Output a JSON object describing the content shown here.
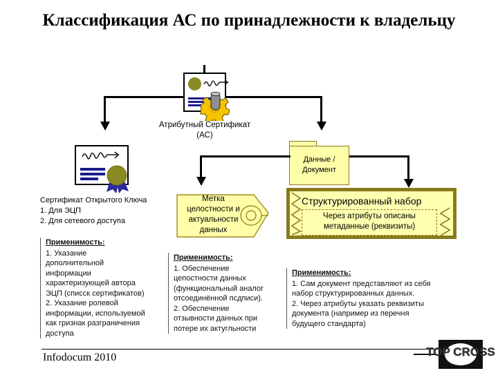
{
  "slide": {
    "title": "Классификация АС по принадлежности к владельцу",
    "footer_note": "Infodocum 2010",
    "logo_text": "TOP CROSS",
    "accent_yellow": "#ffffaa",
    "accent_olive": "#8a7a1c",
    "seal_color": "#8a8a22",
    "line_color": "#1a1a8c"
  },
  "nodes": {
    "root": {
      "caption_line1": "Атрибутный Сертификат",
      "caption_line2": "(АС)",
      "icon": "attribute-certificate-gear-icon"
    },
    "public_key_cert": {
      "icon": "public-key-certificate-icon",
      "caption": "Сертификат Открытого Ключа",
      "item1": "1. Для ЭЦП",
      "item2": "2. Для сетевого доступа"
    },
    "integrity_tag": {
      "icon": "tag-icon",
      "line1": "Метка",
      "line2": "целостности и",
      "line3": "актуальности",
      "line4": "данных"
    },
    "data_document": {
      "icon": "folder-icon",
      "line1": "Данные /",
      "line2": "Документ"
    },
    "structured_set": {
      "title": "Структурированный набор",
      "sub_line1": "Через атрибуты описаны",
      "sub_line2": "метаданные (реквизиты)"
    }
  },
  "applicability": [
    {
      "heading": "Применимость:",
      "lines": [
        "1. Указание",
        "дополнительной",
        "информации",
        "характеризующей автора",
        "ЭЦП (списск сертификатов)",
        "2. Указание ролевой",
        "информации, используемой",
        "как гризнак разграничения",
        "доступа"
      ]
    },
    {
      "heading": "Применимость:",
      "lines": [
        "1. Обеспечение",
        "цепостности данных",
        "(функциональный аналог",
        "отсоединённой псдписи).",
        "2. Обеспечение",
        "отзывности данных при",
        "потере их актугльности"
      ]
    },
    {
      "heading": "Применимость:",
      "lines": [
        "1. Сам документ представляют из себя",
        "набор структурированных данных.",
        "2. Через атрибуты указать реквизиты",
        "документа (например из перечня",
        "будущего стандарта)"
      ]
    }
  ]
}
